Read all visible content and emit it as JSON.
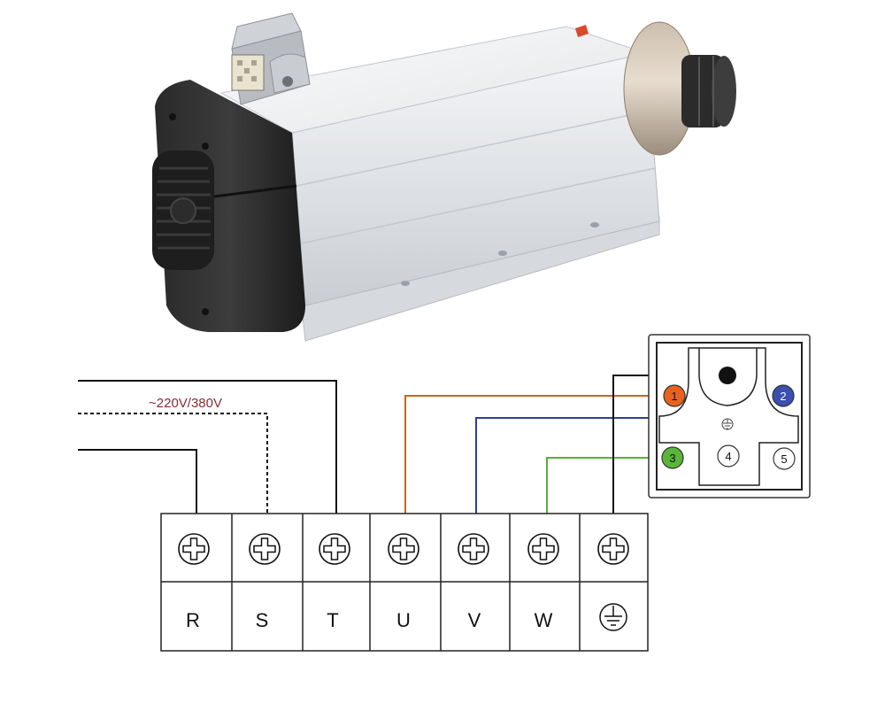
{
  "voltage_label": "~220V/380V",
  "terminals": [
    "R",
    "S",
    "T",
    "U",
    "V",
    "W"
  ],
  "ground_symbol": "earth-ground-icon",
  "connector": {
    "pins": [
      {
        "num": "1",
        "color": "#e8621e"
      },
      {
        "num": "2",
        "color": "#3a4fb0"
      },
      {
        "num": "3",
        "color": "#5ab53a"
      },
      {
        "num": "4",
        "color": "#ffffff"
      },
      {
        "num": "5",
        "color": "#ffffff"
      }
    ]
  },
  "wire_colors": {
    "U": "#c8642a",
    "V": "#2f3f8f",
    "W": "#59b03a",
    "ground": "#111111",
    "supply": "#111111"
  },
  "accent_text_color": "#8a2b35"
}
